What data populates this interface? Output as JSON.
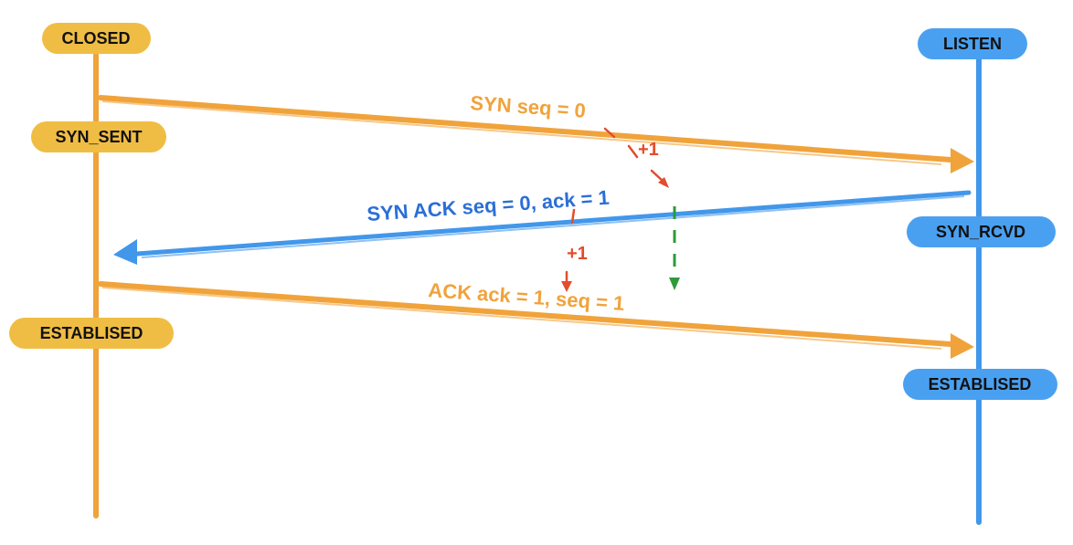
{
  "colors": {
    "client": "#f0a33b",
    "server": "#4297ea",
    "note": "#e24d2c",
    "dashed": "#2e9a3a",
    "state_text": "#111111"
  },
  "client": {
    "states": {
      "closed": "CLOSED",
      "syn_sent": "SYN_SENT",
      "established": "ESTABLISED"
    }
  },
  "server": {
    "states": {
      "listen": "LISTEN",
      "syn_rcvd": "SYN_RCVD",
      "established": "ESTABLISED"
    }
  },
  "messages": {
    "syn": "SYN seq = 0",
    "syn_ack_prefix": "SYN  ACK  seq = 0, ack = 1",
    "ack": "ACK ack = 1,  seq = 1"
  },
  "notes": {
    "plus_one_a": "+1",
    "plus_one_b": "+1"
  }
}
